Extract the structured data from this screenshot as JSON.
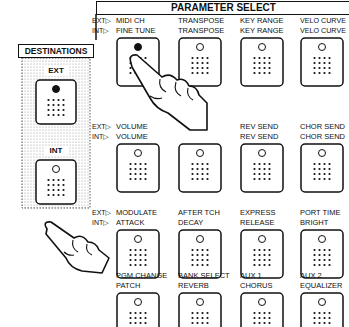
{
  "diagram": {
    "nodes": [
      {
        "text": [
          "PARAMETER SELECT"
        ]
      },
      {
        "text": [
          "MIDI CH",
          "FINE TUNE"
        ]
      },
      {
        "text": [
          "TRANSPOSE",
          "TRANSPOSE"
        ]
      },
      {
        "text": [
          "KEY RANGE",
          "KEY RANGE"
        ]
      },
      {
        "text": [
          "VELO CURVE",
          "VELO CURVE"
        ]
      },
      {
        "text": [
          "VOLUME",
          "VOLUME"
        ]
      },
      {
        "text": [
          "REV SEND",
          "REV SEND"
        ]
      },
      {
        "text": [
          "CHOR SEND",
          "CHOR SEND"
        ]
      },
      {
        "text": [
          "MODULATE",
          "ATTACK"
        ]
      },
      {
        "text": [
          "AFTER TCH",
          "DECAY"
        ]
      },
      {
        "text": [
          "EXPRESS",
          "RELEASE"
        ]
      },
      {
        "text": [
          "PORT TIME",
          "BRIGHT"
        ]
      },
      {
        "text": [
          "PGM CHANGE",
          "PATCH"
        ]
      },
      {
        "text": [
          "BANK SELECT",
          "REVERB"
        ]
      },
      {
        "text": [
          "AUX 1",
          "CHORUS"
        ]
      },
      {
        "text": [
          "AUX 2",
          "EQUALIZER"
        ]
      },
      {
        "text": [
          "DESTINATIONS"
        ]
      },
      {
        "text": [
          "EXT"
        ],
        "in": 16
      },
      {
        "text": [
          "INT"
        ],
        "in": 16
      }
    ],
    "labels": [
      "EXT▷",
      "INT▷",
      "EXT▷",
      "INT▷",
      "EXT▷",
      "INT▷"
    ]
  }
}
